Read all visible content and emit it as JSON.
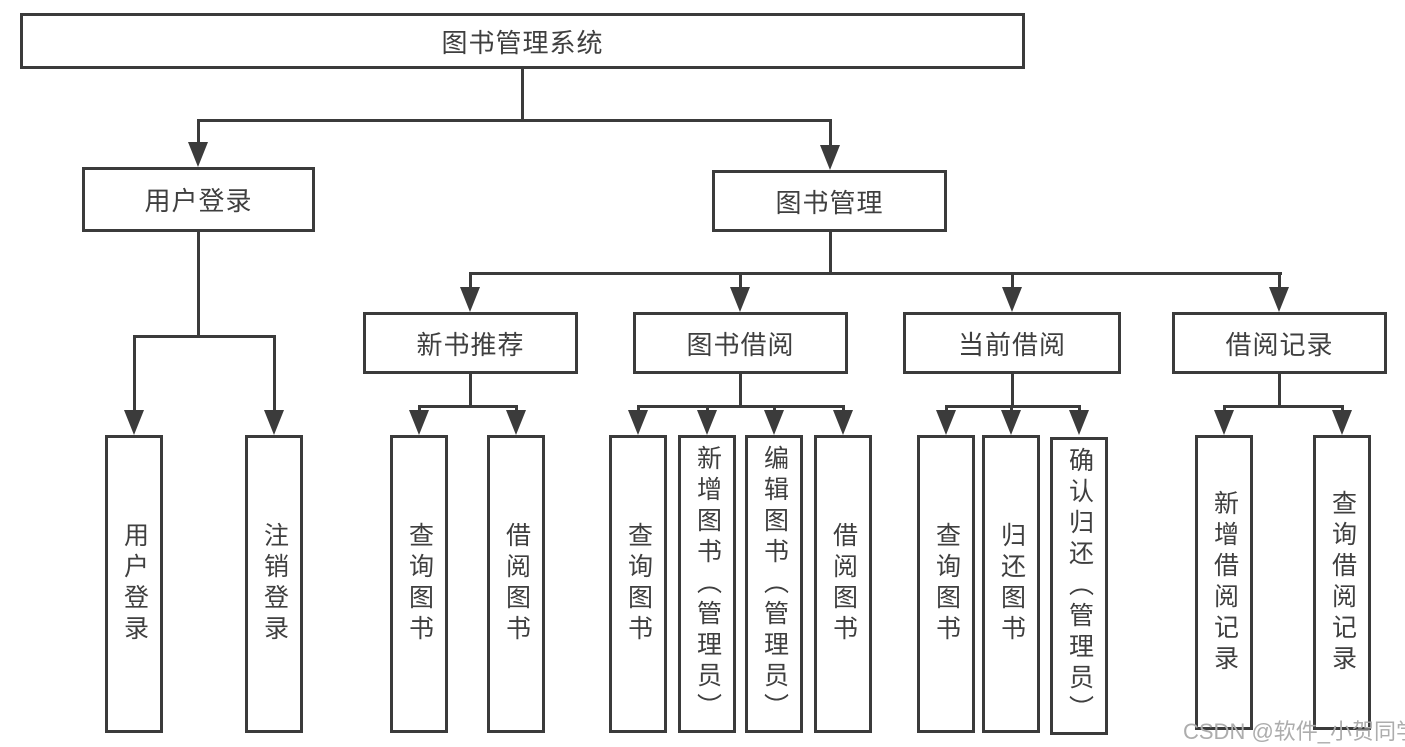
{
  "root": "图书管理系统",
  "nodes": {
    "userLogin": {
      "label": "用户登录",
      "children": [
        "用户登录",
        "注销登录"
      ]
    },
    "bookManagement": {
      "label": "图书管理"
    },
    "newBookRecommend": {
      "label": "新书推荐",
      "children": [
        "查询图书",
        "借阅图书"
      ]
    },
    "bookBorrow": {
      "label": "图书借阅",
      "children": [
        "查询图书",
        "新增图书（管理员）",
        "编辑图书（管理员）",
        "借阅图书"
      ]
    },
    "currentBorrow": {
      "label": "当前借阅",
      "children": [
        "查询图书",
        "归还图书",
        "确认归还（管理员）"
      ]
    },
    "borrowRecords": {
      "label": "借阅记录",
      "children": [
        "新增借阅记录",
        "查询借阅记录"
      ]
    }
  },
  "watermark": "CSDN @软件_小贺同学",
  "colors": {
    "line": "#3b3b3b",
    "text": "#3f3f3f",
    "background": "#ffffff",
    "watermark": "#adadad"
  }
}
